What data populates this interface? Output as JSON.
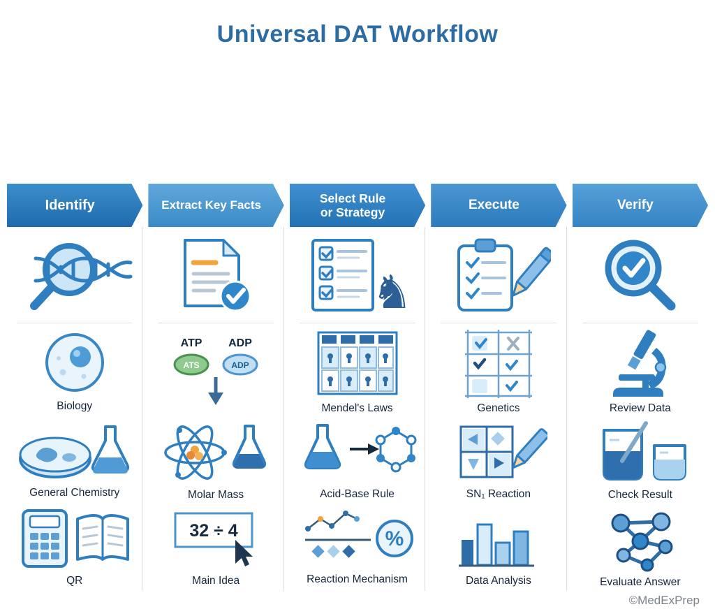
{
  "title": "Universal DAT Workflow",
  "watermark": "©MedExPrep",
  "palette": {
    "title_blue": "#2d6ba3",
    "primary_blue": "#2f7fc0",
    "light_blue_fill": "#d6eaf8",
    "header_blues": [
      "#2878b8",
      "#4e9ed8",
      "#2b7fc6",
      "#3584c4",
      "#4191cd"
    ],
    "orange_accent": "#f2a33c",
    "green_accent": "#8fca8f"
  },
  "columns": [
    {
      "header": "Identify",
      "rows": [
        {
          "icon": "dna-magnifier-icon",
          "label": ""
        },
        {
          "icon": "biology-cell-icon",
          "label": "Biology"
        },
        {
          "icon": "petri-dish-flask-icon",
          "label": "General Chemistry"
        },
        {
          "icon": "calculator-book-icon",
          "label": "QR"
        }
      ]
    },
    {
      "header": "Extract Key Facts",
      "rows": [
        {
          "icon": "document-check-icon",
          "label": ""
        },
        {
          "icon": "atp-adp-diagram-icon",
          "label": "",
          "text": {
            "left_label": "ATP",
            "right_label": "ADP",
            "left_oval": "ATS",
            "right_oval": "ADP"
          }
        },
        {
          "icon": "atom-flask-icon",
          "label": "Molar Mass"
        },
        {
          "icon": "equation-cursor-icon",
          "label": "Main Idea",
          "text": {
            "equation": "32 ÷ 4"
          }
        }
      ]
    },
    {
      "header": "Select Rule or Strategy",
      "rows": [
        {
          "icon": "checklist-knight-icon",
          "label": ""
        },
        {
          "icon": "punnett-grid-icon",
          "label": "Mendel's Laws"
        },
        {
          "icon": "flask-molecule-icon",
          "label": "Acid-Base Rule"
        },
        {
          "icon": "reaction-mechanism-icon",
          "label": "Reaction Mechanism",
          "text": {
            "percent": "%"
          }
        }
      ]
    },
    {
      "header": "Execute",
      "rows": [
        {
          "icon": "clipboard-pencil-icon",
          "label": ""
        },
        {
          "icon": "genetics-grid-icon",
          "label": "Genetics"
        },
        {
          "icon": "grid-pencil-icon",
          "label": "SN₁ Reaction"
        },
        {
          "icon": "bar-chart-icon",
          "label": "Data Analysis"
        }
      ]
    },
    {
      "header": "Verify",
      "rows": [
        {
          "icon": "magnifier-check-icon",
          "label": ""
        },
        {
          "icon": "microscope-icon",
          "label": "Review Data"
        },
        {
          "icon": "beakers-icon",
          "label": "Check Result"
        },
        {
          "icon": "molecule-icon",
          "label": "Evaluate Answer"
        }
      ]
    }
  ]
}
